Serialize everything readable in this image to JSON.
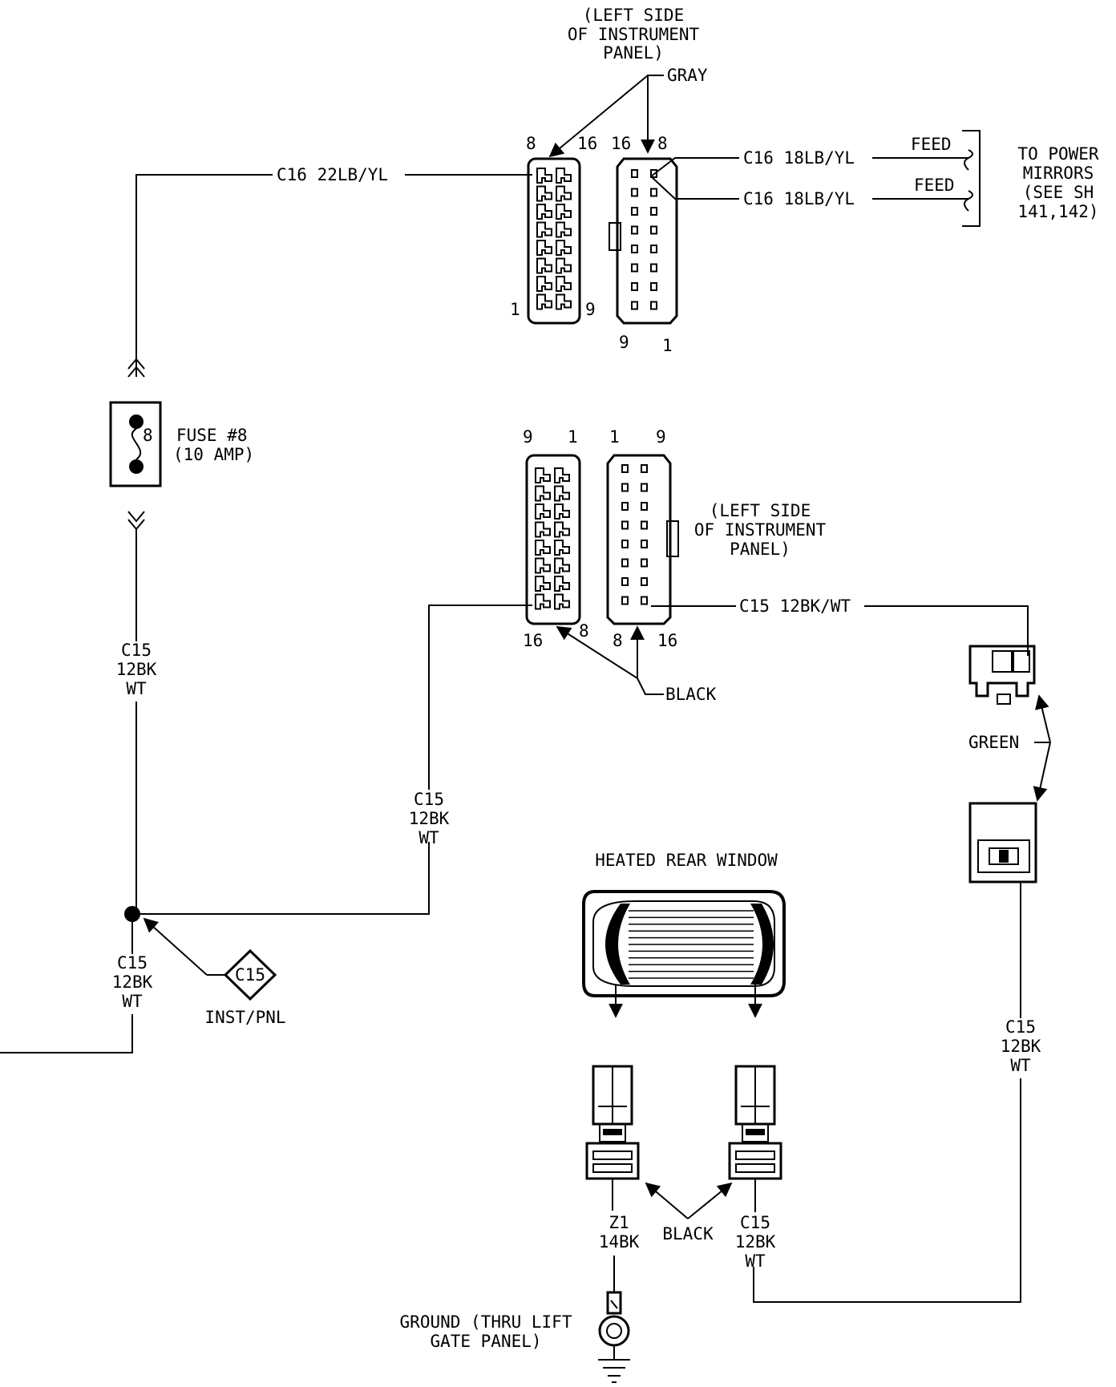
{
  "connectors": {
    "gray": {
      "location": [
        "(LEFT SIDE",
        "OF INSTRUMENT",
        "PANEL)"
      ],
      "color": "GRAY",
      "female_pins": {
        "tl": "8",
        "tr": "16",
        "bl": "1",
        "br": "9"
      },
      "male_pins": {
        "tl": "16",
        "tr": "8",
        "bl": "9",
        "br": "1"
      }
    },
    "black": {
      "location": [
        "(LEFT SIDE",
        "OF INSTRUMENT",
        "PANEL)"
      ],
      "color": "BLACK",
      "female_pins": {
        "tl": "9",
        "tr": "1",
        "bl": "16",
        "br": "8"
      },
      "male_pins": {
        "tl": "1",
        "tr": "9",
        "bl": "8",
        "br": "16"
      }
    },
    "green": {
      "color": "GREEN"
    },
    "rear": {
      "color": "BLACK"
    }
  },
  "wires": {
    "c16_input": "C16 22LB/YL",
    "c16_out_1": "C16 18LB/YL",
    "c16_out_2": "C16 18LB/YL",
    "feed_1": "FEED",
    "feed_2": "FEED",
    "c15_black_out": "C15 12BK/WT",
    "c15_fuse": [
      "C15",
      "12BK",
      "WT"
    ],
    "c15_left_low": [
      "C15",
      "12BK",
      "WT"
    ],
    "c15_mid": [
      "C15",
      "12BK",
      "WT"
    ],
    "c15_right": [
      "C15",
      "12BK",
      "WT"
    ],
    "c15_bottom": [
      "C15",
      "12BK",
      "WT"
    ],
    "z1": [
      "Z1",
      "14BK"
    ]
  },
  "power_mirrors": [
    "TO POWER",
    "MIRRORS",
    "(SEE SH",
    "141,142)"
  ],
  "fuse": {
    "number": "8",
    "label": [
      "FUSE #8",
      "(10 AMP)"
    ]
  },
  "splice": {
    "id": "C15",
    "location": "INST/PNL"
  },
  "heated_rear_window": {
    "title": "HEATED REAR WINDOW"
  },
  "ground": {
    "label": [
      "GROUND (THRU LIFT",
      "GATE PANEL)"
    ]
  }
}
